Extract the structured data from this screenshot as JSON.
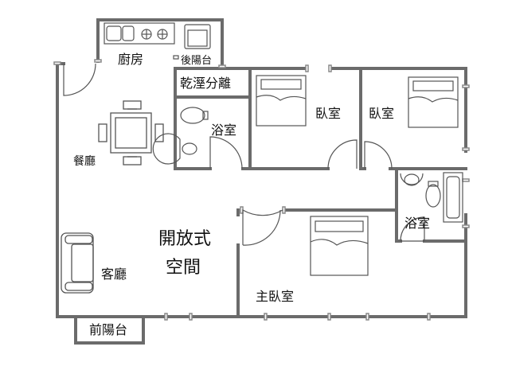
{
  "labels": {
    "kitchen": "廚房",
    "rear_balcony": "後陽台",
    "dry_wet_separation": "乾溼分離",
    "bathroom_1": "浴室",
    "bedroom_1": "臥室",
    "bedroom_2": "臥室",
    "bathroom_2": "浴室",
    "dining_room": "餐廳",
    "open_space_line1": "開放式",
    "open_space_line2": "空間",
    "living_room": "客廳",
    "master_bedroom": "主臥室",
    "front_balcony": "前陽台"
  },
  "colors": {
    "wall": "#6b6b6b",
    "fixture": "#555555",
    "window": "#888888",
    "text": "#111111"
  }
}
